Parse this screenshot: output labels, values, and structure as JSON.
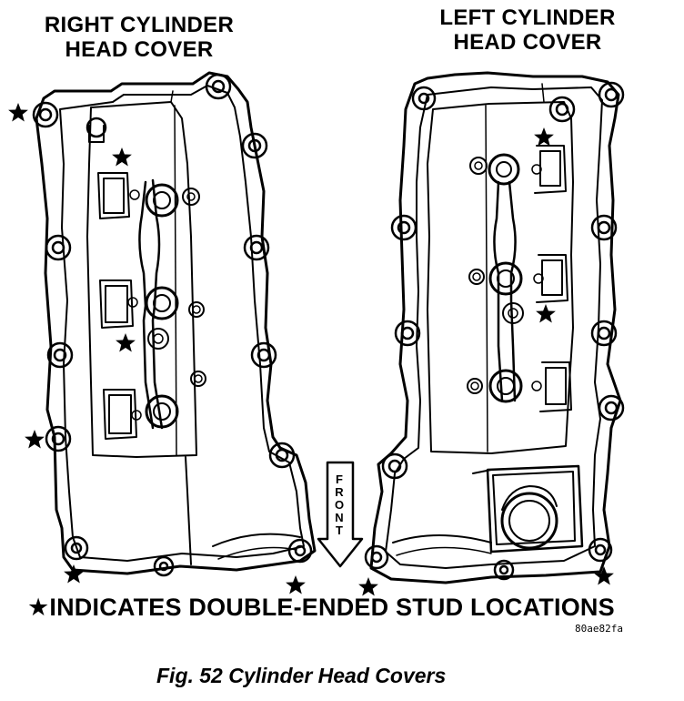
{
  "diagram": {
    "right_cover": {
      "title_line1": "RIGHT CYLINDER",
      "title_line2": "HEAD COVER"
    },
    "left_cover": {
      "title_line1": "LEFT CYLINDER",
      "title_line2": "HEAD COVER"
    },
    "front_arrow": {
      "label": "FRONT",
      "icon": "down-arrow-icon"
    },
    "legend": {
      "symbol": "★",
      "text": "INDICATES DOUBLE-ENDED STUD LOCATIONS"
    },
    "figure_code": "80ae82fa",
    "caption": "Fig. 52 Cylinder Head Covers"
  }
}
